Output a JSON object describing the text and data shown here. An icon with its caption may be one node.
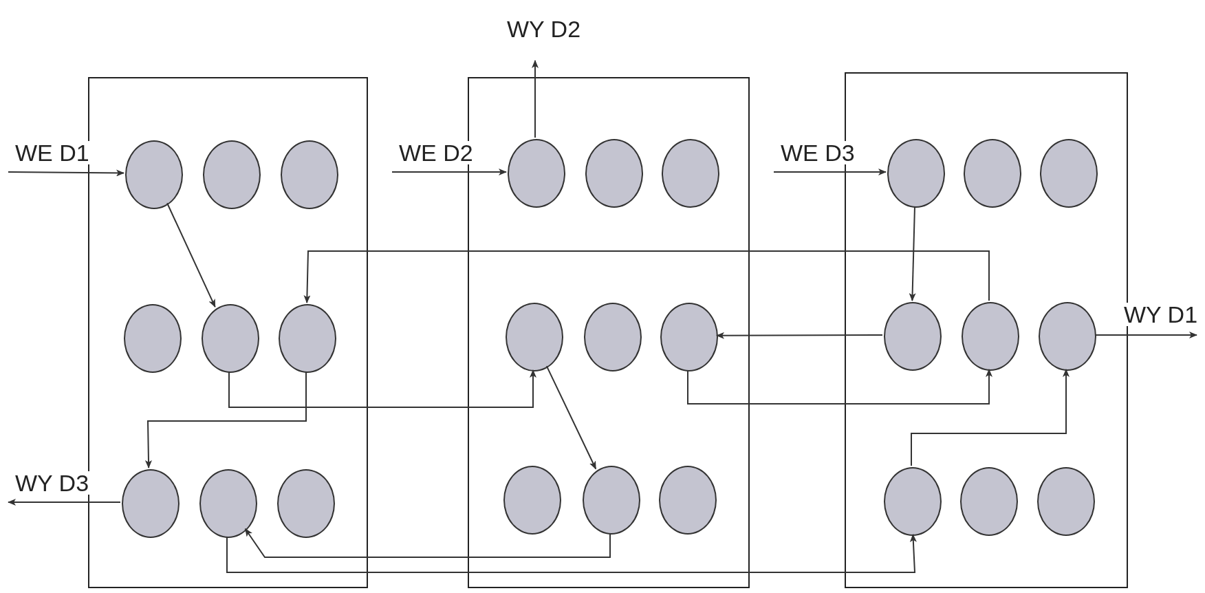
{
  "diagram": {
    "nodes": [
      {
        "text": [],
        "shape": "box"
      },
      {
        "text": [],
        "shape": "circle",
        "in": 0
      },
      {
        "text": [],
        "shape": "circle",
        "in": 0
      },
      {
        "text": [],
        "shape": "circle",
        "in": 0
      },
      {
        "text": [],
        "shape": "circle",
        "in": 0
      },
      {
        "text": [],
        "shape": "circle",
        "in": 0
      },
      {
        "text": [],
        "shape": "circle",
        "in": 0
      },
      {
        "text": [],
        "shape": "circle",
        "in": 0
      },
      {
        "text": [],
        "shape": "circle",
        "in": 0
      },
      {
        "text": [],
        "shape": "circle",
        "in": 0
      },
      {
        "text": [],
        "shape": "box"
      },
      {
        "text": [],
        "shape": "circle",
        "in": 10
      },
      {
        "text": [],
        "shape": "circle",
        "in": 10
      },
      {
        "text": [],
        "shape": "circle",
        "in": 10
      },
      {
        "text": [],
        "shape": "circle",
        "in": 10
      },
      {
        "text": [],
        "shape": "circle",
        "in": 10
      },
      {
        "text": [],
        "shape": "circle",
        "in": 10
      },
      {
        "text": [],
        "shape": "circle",
        "in": 10
      },
      {
        "text": [],
        "shape": "circle",
        "in": 10
      },
      {
        "text": [],
        "shape": "circle",
        "in": 10
      },
      {
        "text": [],
        "shape": "box"
      },
      {
        "text": [],
        "shape": "circle",
        "in": 20
      },
      {
        "text": [],
        "shape": "circle",
        "in": 20
      },
      {
        "text": [],
        "shape": "circle",
        "in": 20
      },
      {
        "text": [],
        "shape": "circle",
        "in": 20
      },
      {
        "text": [],
        "shape": "circle",
        "in": 20
      },
      {
        "text": [],
        "shape": "circle",
        "in": 20
      },
      {
        "text": [],
        "shape": "circle",
        "in": 20
      },
      {
        "text": [],
        "shape": "circle",
        "in": 20
      },
      {
        "text": [],
        "shape": "circle",
        "in": 20
      }
    ],
    "edges": [
      {
        "from": null,
        "to": 1,
        "arrow": "to",
        "label": "WE D1"
      },
      {
        "from": 1,
        "to": 5,
        "arrow": "to"
      },
      {
        "from": 5,
        "to": 14,
        "arrow": "to"
      },
      {
        "from": 6,
        "to": 7,
        "arrow": "to"
      },
      {
        "from": 7,
        "to": null,
        "arrow": "to",
        "label": "WY D3"
      },
      {
        "from": 25,
        "to": 6,
        "arrow": "to"
      },
      {
        "from": null,
        "to": 11,
        "arrow": "to",
        "label": "WE D2"
      },
      {
        "from": 11,
        "to": null,
        "arrow": "to",
        "label": "WY D2"
      },
      {
        "from": 14,
        "to": 18,
        "arrow": "to"
      },
      {
        "from": 24,
        "to": 16,
        "arrow": "to"
      },
      {
        "from": 16,
        "to": 25,
        "arrow": "to"
      },
      {
        "from": 18,
        "to": 8,
        "arrow": "to"
      },
      {
        "from": 8,
        "to": 27,
        "arrow": "to"
      },
      {
        "from": null,
        "to": 21,
        "arrow": "to",
        "label": "WE D3"
      },
      {
        "from": 21,
        "to": 24,
        "arrow": "to"
      },
      {
        "from": 27,
        "to": 26,
        "arrow": "to"
      },
      {
        "from": 26,
        "to": null,
        "arrow": "to",
        "label": "WY D1"
      }
    ]
  }
}
